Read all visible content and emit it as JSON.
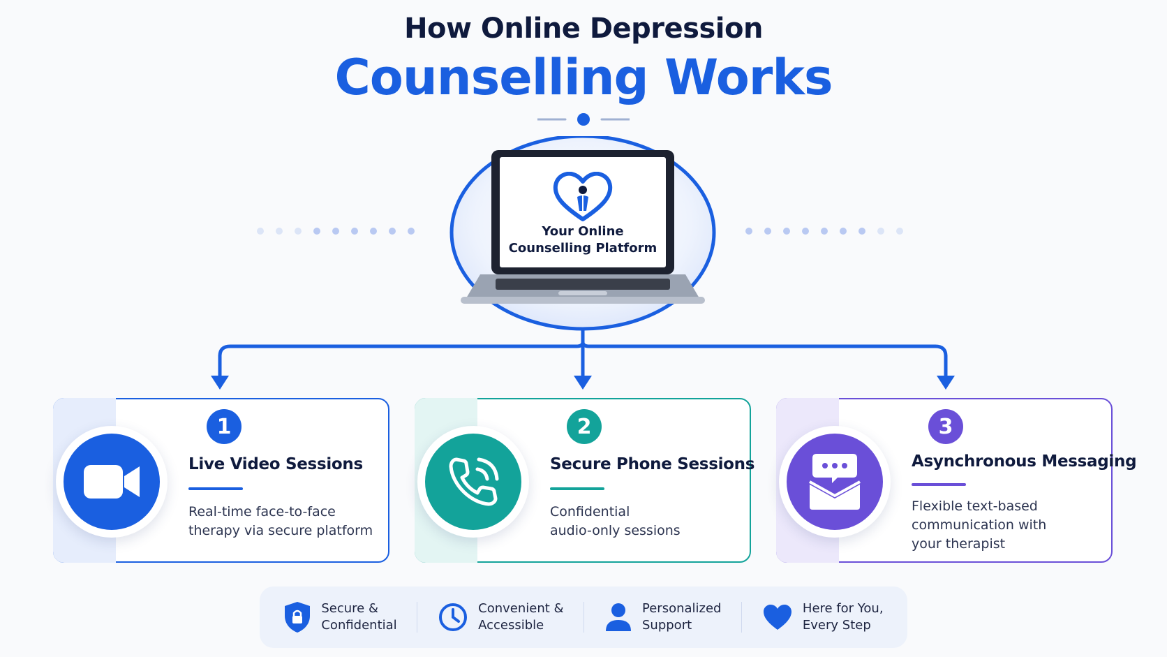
{
  "header": {
    "title_line1": "How Online Depression",
    "title_line2": "Counselling Works"
  },
  "hub": {
    "label_line1": "Your Online",
    "label_line2": "Counselling Platform"
  },
  "colors": {
    "blue": "#1a5fe0",
    "teal": "#13a39a",
    "purple": "#6a4fd8",
    "navy": "#0f1a3d"
  },
  "cards": [
    {
      "step": "1",
      "title": "Live Video Sessions",
      "desc_line1": "Real-time face-to-face",
      "desc_line2": "therapy via secure platform",
      "desc_line3": "",
      "icon": "video-camera-icon",
      "color": "#1a5fe0"
    },
    {
      "step": "2",
      "title": "Secure Phone Sessions",
      "desc_line1": "Confidential",
      "desc_line2": "audio-only sessions",
      "desc_line3": "",
      "icon": "phone-icon",
      "color": "#13a39a"
    },
    {
      "step": "3",
      "title": "Asynchronous Messaging",
      "desc_line1": "Flexible text-based",
      "desc_line2": "communication with",
      "desc_line3": "your therapist",
      "icon": "message-envelope-icon",
      "color": "#6a4fd8"
    }
  ],
  "features": [
    {
      "line1": "Secure &",
      "line2": "Confidential",
      "icon": "shield-lock-icon"
    },
    {
      "line1": "Convenient &",
      "line2": "Accessible",
      "icon": "clock-icon"
    },
    {
      "line1": "Personalized",
      "line2": "Support",
      "icon": "person-icon"
    },
    {
      "line1": "Here for You,",
      "line2": "Every Step",
      "icon": "heart-icon"
    }
  ]
}
